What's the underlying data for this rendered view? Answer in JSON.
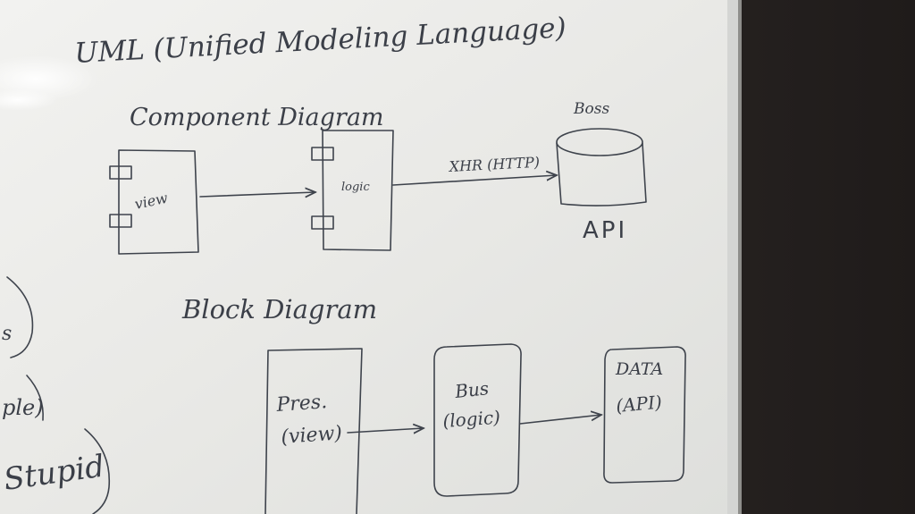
{
  "whiteboard": {
    "title": "UML (Unified Modeling Language)",
    "component_diagram": {
      "heading": "Component Diagram",
      "view_label": "view",
      "logic_label": "logic",
      "connection_label": "XHR (HTTP)",
      "db_label": "Boss",
      "api_label": "API"
    },
    "block_diagram": {
      "heading": "Block Diagram",
      "pres_line1": "Pres.",
      "pres_line2": "(view)",
      "bus_line1": "Bus",
      "bus_line2": "(logic)",
      "data_line1": "DATA",
      "data_line2": "(API)"
    },
    "left_edge": {
      "fragment1": "s",
      "fragment2": "ple)",
      "fragment3": "Stupid"
    }
  },
  "colors": {
    "board": "#ebebe8",
    "ink": "#3e434c",
    "frame": "#d7d8d6",
    "wall": "#2a2625"
  }
}
